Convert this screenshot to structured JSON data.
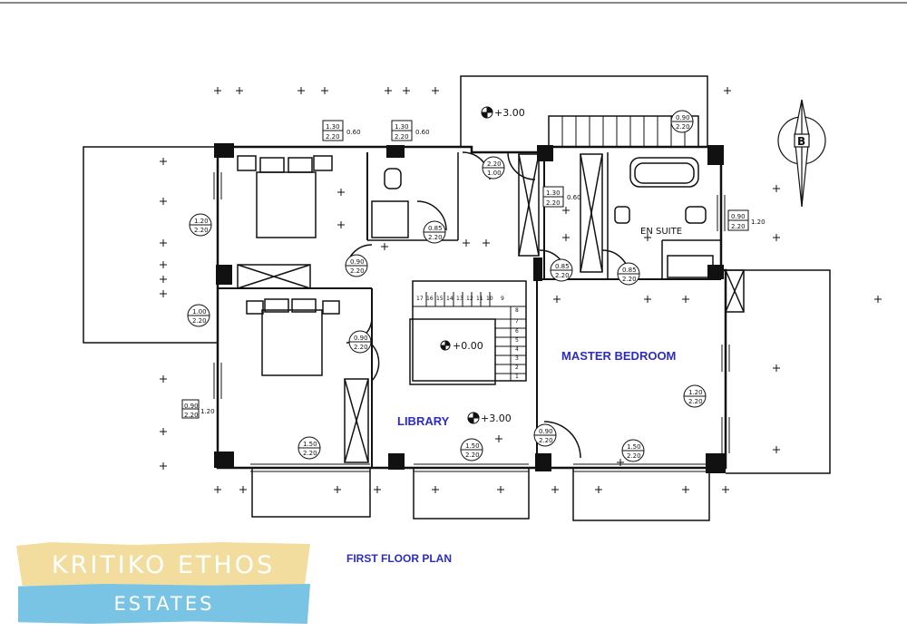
{
  "plan": {
    "title": "FIRST FLOOR PLAN",
    "rooms": {
      "library": "LIBRARY",
      "master_bedroom": "MASTER BEDROOM",
      "en_suite": "EN SUITE"
    },
    "levels": {
      "top_terrace": "+3.00",
      "stair_landing": "+0.00",
      "library_level": "+3.00"
    },
    "stair_numbers": [
      "17",
      "16",
      "15",
      "14",
      "13",
      "12",
      "11",
      "10",
      "9"
    ],
    "stair_numbers_side": [
      "8",
      "7",
      "6",
      "5",
      "4",
      "3",
      "2",
      "1"
    ],
    "openings": {
      "w1": [
        "1.30",
        "2.20",
        "0.60"
      ],
      "w2": [
        "1.30",
        "2.20",
        "0.60"
      ],
      "w3": [
        "2.20",
        "1.00"
      ],
      "w4": [
        "0.90",
        "2.20"
      ],
      "w5": [
        "1.30",
        "2.20",
        "0.60"
      ],
      "w6": [
        "0.90",
        "2.20",
        "1.20"
      ],
      "w7": [
        "1.20",
        "2.20"
      ],
      "w8": [
        "1.00",
        "2.20"
      ],
      "w9": [
        "0.90",
        "2.20",
        "1.20"
      ],
      "w10": [
        "1.50",
        "2.20"
      ],
      "w11": [
        "1.50",
        "2.20"
      ],
      "w12": [
        "1.50",
        "2.20"
      ],
      "w13": [
        "1.20",
        "2.20"
      ],
      "d1": [
        "0.85",
        "2.20"
      ],
      "d2": [
        "0.90",
        "2.20"
      ],
      "d3": [
        "0.85",
        "2.20"
      ],
      "d4": [
        "0.85",
        "2.20"
      ],
      "d5": [
        "0.90",
        "2.20"
      ],
      "d6": [
        "0.90",
        "2.20"
      ]
    },
    "compass_letter": "B"
  },
  "logo": {
    "name": "KRITIKO ETHOS",
    "subtitle": "ESTATES",
    "top_color": "#f2dd9e",
    "bottom_color": "#79c4e4"
  },
  "colors": {
    "label_blue": "#2c2cc4",
    "line": "#111111"
  }
}
